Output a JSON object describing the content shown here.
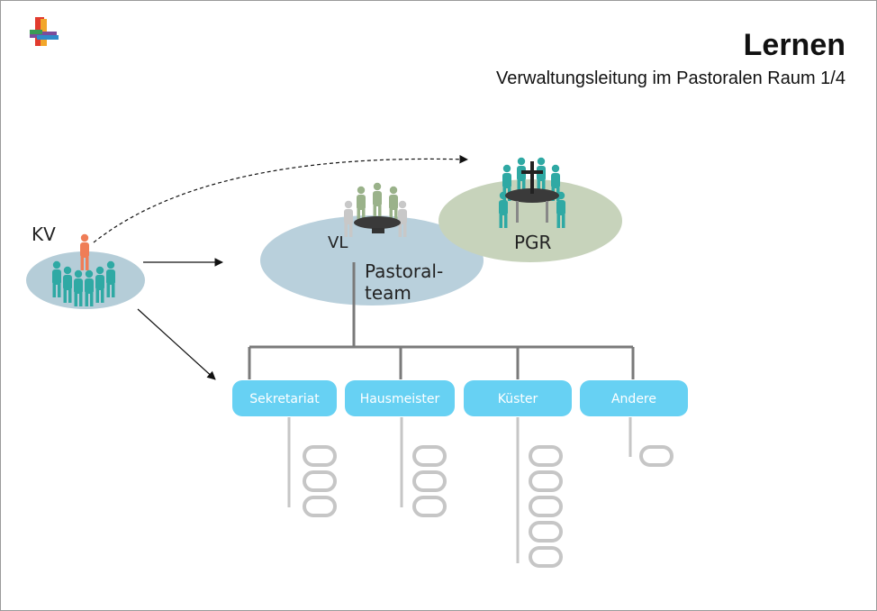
{
  "header": {
    "title": "Lernen",
    "subtitle": "Verwaltungsleitung im Pastoralen Raum 1/4"
  },
  "diagram": {
    "kv_label": "KV",
    "vl_label": "VL",
    "pgr_label": "PGR",
    "pastoralteam_line1": "Pastoral-",
    "pastoralteam_line2": "team",
    "roles": [
      {
        "label": "Sekretariat",
        "staff_count": 3
      },
      {
        "label": "Hausmeister",
        "staff_count": 3
      },
      {
        "label": "Küster",
        "staff_count": 5
      },
      {
        "label": "Andere",
        "staff_count": 1
      }
    ]
  },
  "colors": {
    "role_box": "#67d1f3",
    "kv_ellipse": "#b5cdd8",
    "pastoralteam_ellipse": "#b9d0dc",
    "pgr_ellipse": "#c7d3bb",
    "people_teal": "#2fa9a4",
    "kv_leader": "#ef7d57",
    "connector": "#7a7a7a",
    "staff_ring": "#c6c6c6"
  }
}
